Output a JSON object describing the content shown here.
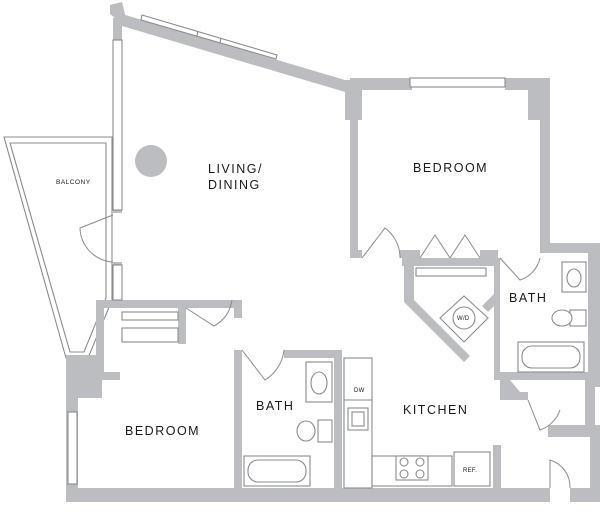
{
  "rooms": {
    "balcony": "BALCONY",
    "living_dining_line1": "LIVING/",
    "living_dining_line2": "DINING",
    "bedroom_main": "BEDROOM",
    "bath_main": "BATH",
    "kitchen": "KITCHEN",
    "bedroom_second": "BEDROOM",
    "bath_second": "BATH"
  },
  "fixtures": {
    "washer_dryer": "W/D",
    "dishwasher": "DW",
    "refrigerator": "REF."
  },
  "colors": {
    "wall": "#bcbdc0",
    "line": "#8a8b8e",
    "text": "#1a1a1a"
  }
}
